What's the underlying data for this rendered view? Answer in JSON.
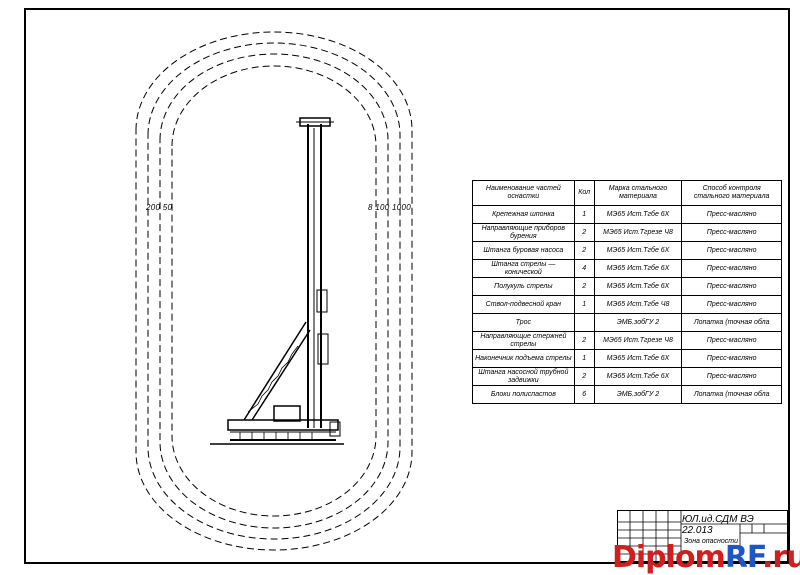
{
  "zone_labels": {
    "left": "200 50",
    "right": "8  100 1000"
  },
  "table": {
    "headers": [
      "Наименование частей оснастки",
      "Кол",
      "Марка стального материала",
      "Способ контроля стального материала"
    ],
    "rows": [
      [
        "Крепежная шпонка",
        "1",
        "МЭ65 Ист.Тгбе 6Х",
        "Пресс-масляно"
      ],
      [
        "Направляющие приборов бурения",
        "2",
        "МЭ65 Ист.Тгрезе Ч8",
        "Пресс-масляно"
      ],
      [
        "Штанга буровая насоса",
        "2",
        "МЭ65 Ист.Тгбе 6Х",
        "Пресс-масляно"
      ],
      [
        "Штанга стрелы — конической",
        "4",
        "МЭ65 Ист.Тгбе 6Х",
        "Пресс-масляно"
      ],
      [
        "Полукуль стрелы",
        "2",
        "МЭ65 Ист.Тгбе 6Х",
        "Пресс-масляно"
      ],
      [
        "Ствол-подвесной кран",
        "1",
        "МЭ65 Ист.Тгбе Ч8",
        "Пресс-масляно"
      ],
      [
        "Трос",
        "",
        "ЭМБ.зобГУ 2",
        "Лопатка (точная обла"
      ],
      [
        "Направляющие стержней стрелы",
        "2",
        "МЭ65 Ист.Тгрезе Ч8",
        "Пресс-масляно"
      ],
      [
        "Наконечник подъема стрелы",
        "1",
        "МЭ65 Ист.Тгбе 6Х",
        "Пресс-масляно"
      ],
      [
        "Штанга насосной трубной задвижки",
        "2",
        "МЭ65 Ист.Тгбе 6Х",
        "Пресс-масляно"
      ],
      [
        "Блоки полиспастов",
        "6",
        "ЭМБ.зобГУ 2",
        "Лопатка (точная обла"
      ]
    ]
  },
  "title_block": {
    "code": "ЮЛ.ид.СДМ ВЭ 22.013",
    "sheet_title": "Зона опасности"
  },
  "watermark": {
    "part1": "Diplom",
    "part2": "RF",
    "part3": ".ru"
  },
  "colors": {
    "line": "#000000",
    "watermark_red": "#d11f1f",
    "watermark_blue": "#1f56c4"
  }
}
